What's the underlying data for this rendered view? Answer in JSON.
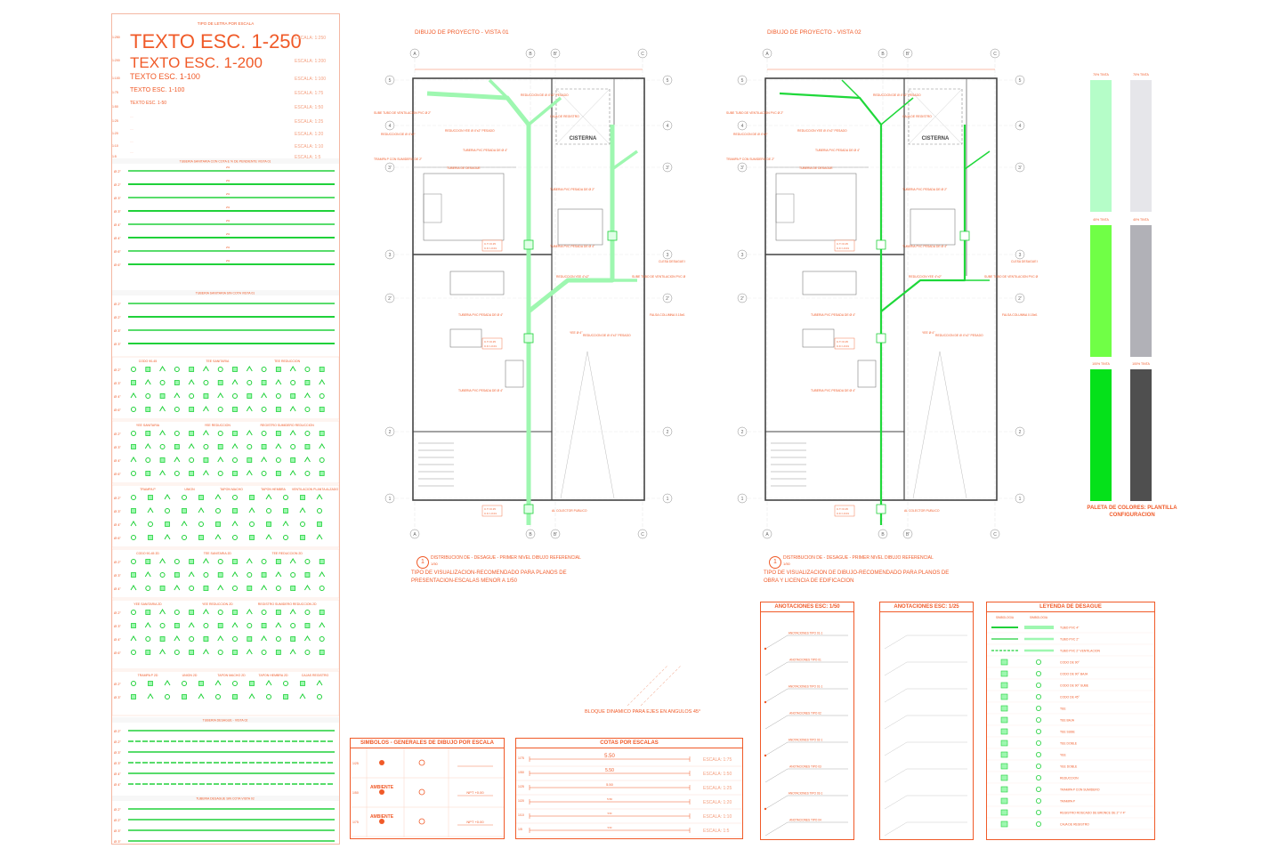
{
  "left_panel": {
    "header": "TIPO DE LETRA POR ESCALA",
    "text_samples": [
      {
        "text": "TEXTO ESC. 1-250",
        "scale": "ESCALA: 1:250",
        "left": "1:250"
      },
      {
        "text": "TEXTO ESC. 1-200",
        "scale": "ESCALA: 1:200",
        "left": "1:200"
      },
      {
        "text": "TEXTO ESC. 1-100",
        "scale": "ESCALA: 1:100",
        "left": "1:100"
      },
      {
        "text": "TEXTO ESC. 1-100",
        "scale": "ESCALA: 1:75",
        "left": "1:75"
      },
      {
        "text": "TEXTO ESC. 1-50",
        "scale": "ESCALA: 1:50",
        "left": "1:50"
      },
      {
        "text": "",
        "scale": "ESCALA: 1:25",
        "left": "1:25"
      },
      {
        "text": "",
        "scale": "ESCALA: 1:20",
        "left": "1:20"
      },
      {
        "text": "",
        "scale": "ESCALA: 1:10",
        "left": "1:10"
      },
      {
        "text": "",
        "scale": "ESCALA: 1:5",
        "left": "1:5"
      }
    ],
    "section_titles": [
      "TUBERIA SANITARIA CON COTA E % DE PENDIENTE VISTA 01",
      "TUBERIA SANITARIA SIN COTA VISTA 01",
      "CODO 90-45",
      "TEE SANITARIA",
      "TEE REDUCCION",
      "YEE SANITARIA",
      "YEE REDUCCION",
      "REGISTRO SUMIDERO REDUCCION",
      "TRAMPA P",
      "UNION",
      "TAPON MACHO",
      "TAPON HEMBRA",
      "VENTILACION PLANTA ALZADO",
      "CODO 90-45 2D",
      "TEE SANITARIA 2D",
      "TEE REDUCCION 2D",
      "YEE SANITARIA 2D",
      "YEE REDUCCION 2D",
      "REGISTRO SUMIDERO REDUCCION 2D",
      "TRAMPA P 2D",
      "UNION 2D",
      "TAPON MACHO 2D",
      "TAPON HEMBRA 2D",
      "CAJAS REGISTRO",
      "TUBERIA DESAGUE - VISTA 02",
      "TUBERIA DESAGUE SIN COTA VISTA 02"
    ],
    "pipe_labels": [
      "Ø 2\"",
      "Ø 2\"",
      "Ø 3\"",
      "Ø 3\"",
      "Ø 4\"",
      "Ø 4\"",
      "Ø 6\"",
      "Ø 6\""
    ]
  },
  "view1": {
    "title": "DIBUJO DE PROYECTO - VISTA 01",
    "caption_title": "DISTRIBUCION DE - DESAGUE - PRIMER NIVEL DIBUJO REFERENCIAL",
    "caption_scale": "1/50",
    "caption_num": "1",
    "caption_desc": "TIPO DE VISUALIZACION-RECOMENDADO PARA PLANOS DE PRESENTACION-ESCALAS MENOR A 1/50",
    "cisterna": "CISTERNA",
    "dynamic_block": "BLOQUE DINAMICO PARA EJES EN ANGULOS 45°"
  },
  "view2": {
    "title": "DIBUJO DE PROYECTO - VISTA 02",
    "caption_title": "DISTRIBUCION DE - DESAGUE - PRIMER NIVEL DIBUJO REFERENCIAL",
    "caption_scale": "1/50",
    "caption_num": "1",
    "caption_desc": "TIPO DE VISUALIZACION DE DIBUJO-RECOMENDADO PARA PLANOS DE OBRA Y LICENCIA DE EDIFICACION",
    "cisterna": "CISTERNA"
  },
  "axes": {
    "cols": [
      "A",
      "B",
      "B'",
      "C"
    ],
    "rows": [
      "5",
      "4",
      "3'",
      "3",
      "2'",
      "2",
      "1"
    ]
  },
  "plan_annotations": [
    "REDUCCION DE Ø 4\"x2\" PESADO",
    "SUBE TUBO DE VENTILACION PVC Ø 2\"",
    "REDUCCION DE Ø 4\"x2\"",
    "REDUCCION YEE Ø 4\"x2\" PESADO",
    "TRAMPA P CON SUMIDERO DE 2\"",
    "TUBERIA PVC PESADA DE Ø 4\"",
    "TUBERIA DE DESAGUE",
    "CAJA DE REGISTRO",
    "TUBERIA PVC PESADA DE Ø 2\"",
    "CLESA DESAGUE PVC Ø 4\"",
    "REDUCCION YEE 4\"x2\"",
    "SUBE TUBO DE VENTILACION PVC Ø 2\"",
    "FALSA COLUMNA 0.15x0.30m",
    "YEE Ø 4\"",
    "REDUCCION DE Ø 4\"x2\" PESADO",
    "AL COLECTOR PUBLICO"
  ],
  "simbolos": {
    "header": "SIMBOLOS - GENERALES DE DIBUJO POR ESCALA",
    "rows": [
      {
        "scale": "1/25",
        "label": "",
        "npt": ""
      },
      {
        "scale": "1/50",
        "label": "AMBIENTE",
        "npt": "NPT +0.00"
      },
      {
        "scale": "1/75",
        "label": "AMBIENTE",
        "npt": "NPT +0.00"
      }
    ]
  },
  "cotas": {
    "header": "COTAS POR ESCALAS",
    "value": "5.50",
    "rows": [
      "ESCALA: 1:75",
      "ESCALA: 1:50",
      "ESCALA: 1:25",
      "ESCALA: 1:20",
      "ESCALA: 1:10",
      "ESCALA: 1:5"
    ],
    "left": [
      "1/75",
      "1/50",
      "1/25",
      "1/20",
      "1/10",
      "1/5"
    ]
  },
  "anot50": {
    "header": "ANOTACIONES ESC: 1/50",
    "items": [
      "ANOTACIONES TIPO 01-1",
      "ANOTACIONES TIPO 01",
      "ANOTACIONES TIPO 01-1",
      "ANOTACIONES TIPO 02",
      "ANOTACIONES TIPO 02-1",
      "ANOTACIONES TIPO 03",
      "ANOTACIONES TIPO 03-1",
      "ANOTACIONES TIPO 04"
    ]
  },
  "anot25": {
    "header": "ANOTACIONES ESC: 1/25"
  },
  "leyenda": {
    "header": "LEYENDA DE DESAGUE",
    "col1": "SIMBOLOGIA",
    "col2": "SIMBOLOGIA",
    "items": [
      "TUBO PVC 4\"",
      "TUBO PVC 2\"",
      "TUBO PVC 2\" VENTILACION",
      "CODO DE 90°",
      "CODO DE 90° BAJA",
      "CODO DE 90° SUBE",
      "CODO DE 45°",
      "TEE",
      "TEE BAJA",
      "TEE SUBE",
      "TEE DOBLE",
      "YEE",
      "YEE DOBLE",
      "REDUCCION",
      "TRAMPA P CON SUMIDERO",
      "TRAMPA P",
      "REGISTRO ROSCADO DE BRONCE DE 2\" Y 4\"",
      "CAJA DE REGISTRO"
    ]
  },
  "palette": {
    "title": "PALETA DE COLORES: PLANTILLA CONFIGURACION",
    "swatches": [
      {
        "label": "70% TINTA",
        "color": "#b5fdc8"
      },
      {
        "label": "70% TINTA",
        "color": "#e6e6ea"
      },
      {
        "label": "40% TINTA",
        "color": "#70ff46"
      },
      {
        "label": "40% TINTA",
        "color": "#b1b1b7"
      },
      {
        "label": "100% TINTA",
        "color": "#05e11a"
      },
      {
        "label": "100% TINTA",
        "color": "#4f4f4f"
      }
    ]
  },
  "colors": {
    "accent": "#f05a28",
    "pipe": "#20d13a",
    "pipe_light": "#9ef7b0"
  }
}
